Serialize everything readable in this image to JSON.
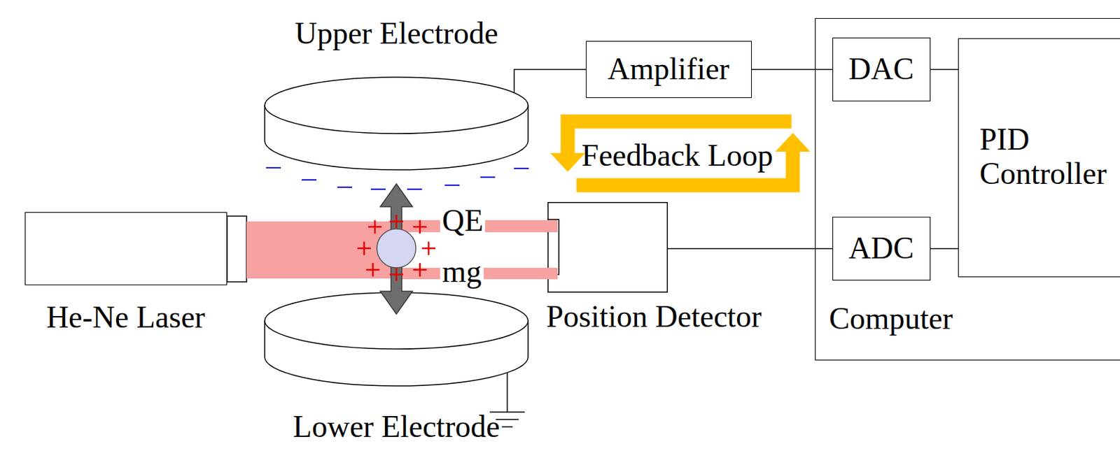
{
  "diagram": {
    "nodes": [
      {
        "text": [
          "Upper Electrode"
        ]
      },
      {
        "text": [
          "Amplifier"
        ]
      },
      {
        "text": [
          "Computer"
        ]
      },
      {
        "text": [
          "DAC"
        ],
        "in": 2
      },
      {
        "text": [
          "PID Controller"
        ],
        "in": 2
      },
      {
        "text": [
          "ADC"
        ],
        "in": 2
      },
      {
        "text": [
          "He-Ne Laser"
        ]
      },
      {
        "text": [
          "Position Detector"
        ]
      },
      {
        "text": [
          "Lower Electrode"
        ]
      }
    ],
    "edges": [
      {
        "from": 0,
        "to": 1,
        "arrow": "none"
      },
      {
        "from": 1,
        "to": 3,
        "arrow": "none"
      },
      {
        "from": 3,
        "to": 4,
        "arrow": "none"
      },
      {
        "from": 5,
        "to": 4,
        "arrow": "none"
      },
      {
        "from": 7,
        "to": 5,
        "arrow": "none"
      }
    ],
    "labels": [
      "Feedback Loop",
      "QE",
      "mg"
    ]
  }
}
